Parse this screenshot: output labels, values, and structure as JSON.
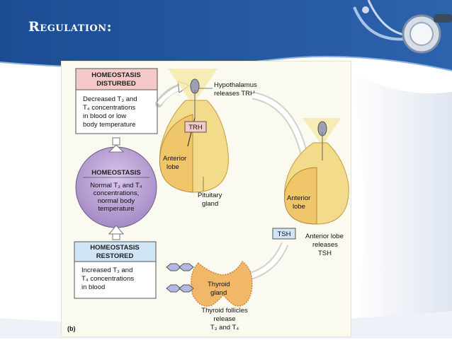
{
  "slide": {
    "title": "Regulation:",
    "colors": {
      "header_blue": "#1f4e95",
      "panel": "#fbfaf0"
    },
    "icons": [
      "stethoscope-icon"
    ]
  },
  "figure": {
    "label": "(b)",
    "disturbed_box": {
      "header_lines": [
        "HOMEOSTASIS",
        "DISTURBED"
      ],
      "body_lines": [
        "Decreased T₃ and",
        "T₄ concentrations",
        "in blood or low",
        "body temperature"
      ]
    },
    "homeostasis_circle": {
      "header": "HOMEOSTASIS",
      "body_lines": [
        "Normal T₃ and T₄",
        "concentrations,",
        "normal body",
        "temperature"
      ]
    },
    "restored_box": {
      "header_lines": [
        "HOMEOSTASIS",
        "RESTORED"
      ],
      "body_lines": [
        "Increased T₃ and",
        "T₄ concentrations",
        "in blood"
      ]
    },
    "hypothalamus_lines": [
      "Hypothalamus",
      "releases TRH"
    ],
    "trh_tag": "TRH",
    "anterior_lobe_1": [
      "Anterior",
      "lobe"
    ],
    "pituitary_lines": [
      "Pituitary",
      "gland"
    ],
    "anterior_lobe_2": [
      "Anterior",
      "lobe"
    ],
    "tsh_tag": "TSH",
    "anterior_releases_lines": [
      "Anterior lobe",
      "releases",
      "TSH"
    ],
    "thyroid_gland_lines": [
      "Thyroid",
      "gland"
    ],
    "thyroid_follicles_lines": [
      "Thyroid follicles",
      "release",
      "T₃ and T₄"
    ]
  }
}
